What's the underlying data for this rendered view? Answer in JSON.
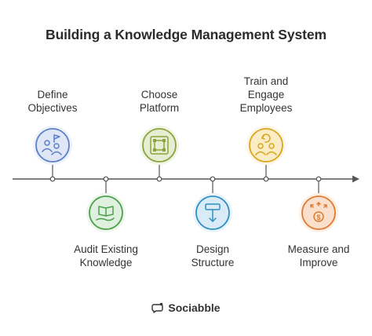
{
  "title": "Building a Knowledge Management System",
  "steps": [
    {
      "lines": [
        "Define",
        "Objectives"
      ],
      "icon": "team-goal-icon",
      "color": "#5b7fc7"
    },
    {
      "lines": [
        "Audit Existing",
        "Knowledge"
      ],
      "icon": "open-book-hand-icon",
      "color": "#4ba04a"
    },
    {
      "lines": [
        "Choose",
        "Platform"
      ],
      "icon": "frame-select-icon",
      "color": "#8aa33a"
    },
    {
      "lines": [
        "Design",
        "Structure"
      ],
      "icon": "flowchart-icon",
      "color": "#2f8fc4"
    },
    {
      "lines": [
        "Train and",
        "Engage",
        "Employees"
      ],
      "icon": "people-sync-icon",
      "color": "#d9a520"
    },
    {
      "lines": [
        "Measure and",
        "Improve"
      ],
      "icon": "coin-arrows-icon",
      "color": "#e07a2f"
    }
  ],
  "footer": {
    "brand": "Sociabble",
    "icon": "sociabble-logo-icon"
  }
}
